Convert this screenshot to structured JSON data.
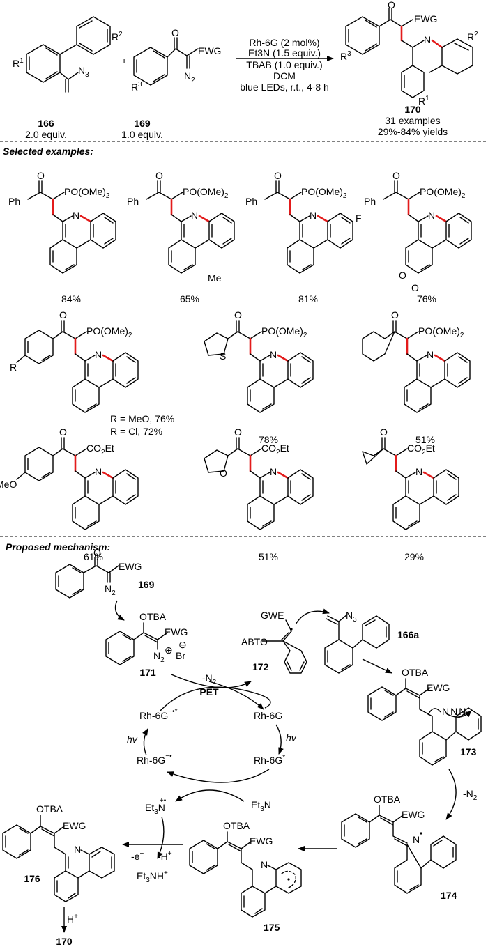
{
  "reaction": {
    "reactant1": {
      "id": "166",
      "equiv": "2.0 equiv.",
      "substituents": [
        "R1",
        "R2"
      ],
      "group": "N3"
    },
    "reactant2": {
      "id": "169",
      "equiv": "1.0 equiv.",
      "substituents": [
        "R3"
      ],
      "groups": [
        "O",
        "EWG",
        "N2"
      ]
    },
    "plus": "+",
    "conditions": [
      "Rh-6G (2 mol%)",
      "Et3N (1.5 equiv.)",
      "TBAB (1.0 equiv.)",
      "DCM",
      "blue LEDs, r.t., 4-8 h"
    ],
    "product": {
      "id": "170",
      "examples": "31 examples",
      "yields": "29%-84% yields"
    }
  },
  "selected_examples": {
    "heading": "Selected examples:",
    "rows": [
      [
        {
          "ewg": "PO(OMe)2",
          "aryl": "Ph",
          "extra": "",
          "yield": "84%"
        },
        {
          "ewg": "PO(OMe)2",
          "aryl": "Ph",
          "extra": "Me",
          "yield": "65%"
        },
        {
          "ewg": "PO(OMe)2",
          "aryl": "Ph",
          "extra": "F",
          "yield": "81%"
        },
        {
          "ewg": "PO(OMe)2",
          "aryl": "Ph",
          "extra": "methylenedioxy",
          "yield": "76%"
        }
      ],
      [
        {
          "ewg": "PO(OMe)2",
          "aryl": "4-R-C6H4",
          "extra": "R",
          "yield_lines": [
            "R = MeO, 76%",
            "R = Cl, 72%"
          ]
        },
        {
          "ewg": "PO(OMe)2",
          "aryl": "2-thienyl",
          "extra": "S",
          "yield": "78%"
        },
        {
          "ewg": "PO(OMe)2",
          "aryl": "cyclohexyl",
          "extra": "",
          "yield": "51%"
        }
      ],
      [
        {
          "ewg": "CO2Et",
          "aryl": "4-MeO-C6H4",
          "extra": "MeO",
          "yield": "61%"
        },
        {
          "ewg": "CO2Et",
          "aryl": "2-furyl",
          "extra": "O",
          "yield": "51%"
        },
        {
          "ewg": "CO2Et",
          "aryl": "cyclopropyl",
          "extra": "",
          "yield": "29%"
        }
      ]
    ]
  },
  "mechanism": {
    "heading": "Proposed mechanism:",
    "species": {
      "s169": "169",
      "s171": "171",
      "s172": "172",
      "s166a": "166a",
      "s173": "173",
      "s174": "174",
      "s175": "175",
      "s176": "176",
      "s170": "170"
    },
    "labels": {
      "otba": "OTBA",
      "abto": "ABTO",
      "ewg": "EWG",
      "gwe": "GWE",
      "br": "Br",
      "n3": "N3",
      "n2": "N2",
      "minus_n2": "-N2",
      "pet": "PET",
      "rh6g": "Rh-6G",
      "rh6g_excited": "Rh-6G*",
      "rh6g_radical_anion": "Rh-6G−•",
      "rh6g_radical_anion_excited": "Rh-6G−•*",
      "hv": "hv",
      "et3n": "Et3N",
      "et3n_radical_cation": "Et3N+•",
      "et3nh": "Et3NH+",
      "minus_e": "-e−",
      "minus_h": "-H+",
      "plus_h": "H+"
    }
  }
}
